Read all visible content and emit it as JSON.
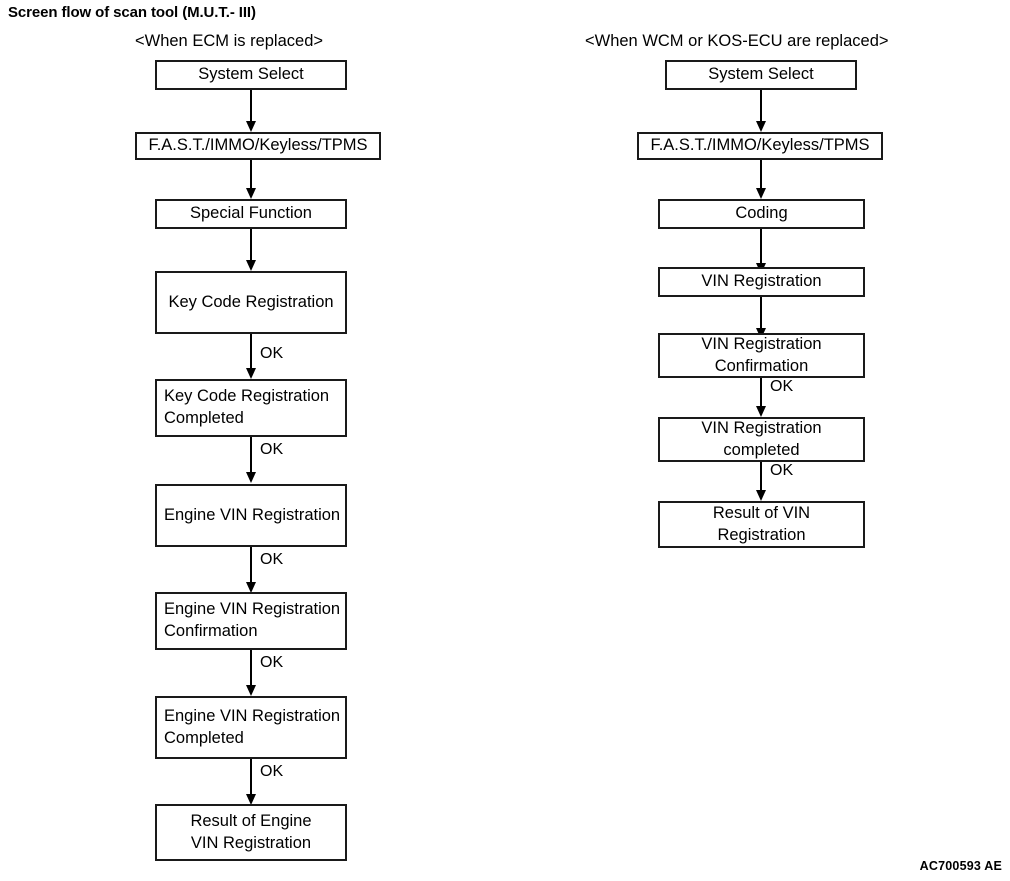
{
  "title": "Screen flow of scan tool (M.U.T.- III)",
  "diagram_code": "AC700593 AE",
  "columns": [
    {
      "heading": "<When ECM is replaced>",
      "nodes": [
        {
          "label": "System Select"
        },
        {
          "label": "F.A.S.T./IMMO/Keyless/TPMS"
        },
        {
          "label": "Special Function"
        },
        {
          "label": "Key Code Registration"
        },
        {
          "label": "Key Code Registration\nCompleted"
        },
        {
          "label": "Engine VIN Registration"
        },
        {
          "label": "Engine VIN Registration\nConfirmation"
        },
        {
          "label": "Engine VIN Registration\nCompleted"
        },
        {
          "label": "Result of Engine\nVIN Registration"
        }
      ],
      "edges": [
        {
          "label": ""
        },
        {
          "label": ""
        },
        {
          "label": ""
        },
        {
          "label": "OK"
        },
        {
          "label": "OK"
        },
        {
          "label": "OK"
        },
        {
          "label": "OK"
        },
        {
          "label": "OK"
        }
      ]
    },
    {
      "heading": "<When WCM or KOS-ECU are replaced>",
      "nodes": [
        {
          "label": "System Select"
        },
        {
          "label": "F.A.S.T./IMMO/Keyless/TPMS"
        },
        {
          "label": "Coding"
        },
        {
          "label": "VIN Registration"
        },
        {
          "label": "VIN Registration\nConfirmation"
        },
        {
          "label": "VIN Registration\ncompleted"
        },
        {
          "label": "Result of VIN\nRegistration"
        }
      ],
      "edges": [
        {
          "label": ""
        },
        {
          "label": ""
        },
        {
          "label": ""
        },
        {
          "label": ""
        },
        {
          "label": "OK"
        },
        {
          "label": "OK"
        }
      ]
    }
  ]
}
